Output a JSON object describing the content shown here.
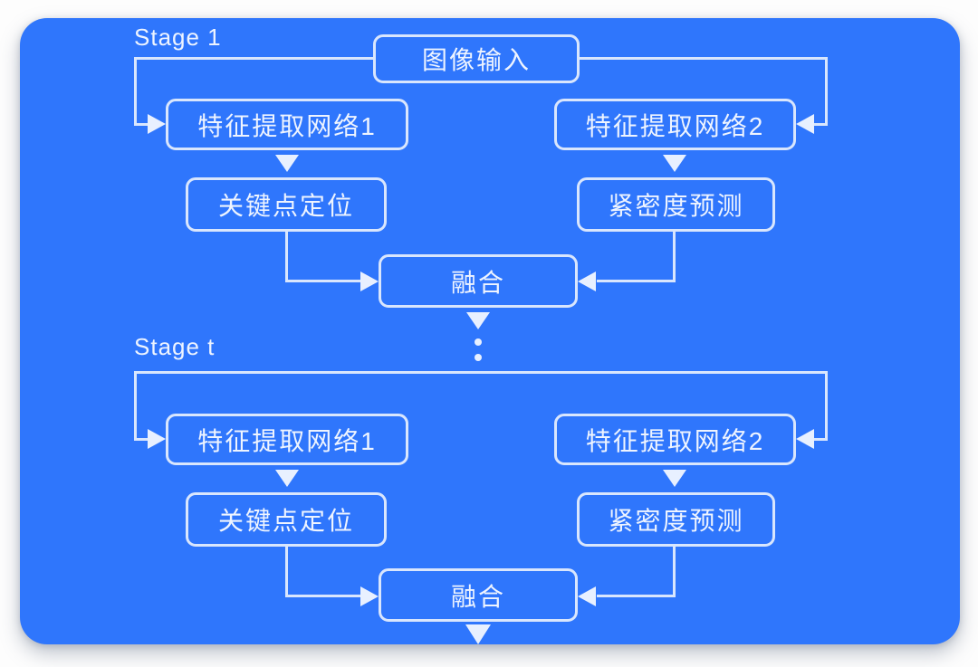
{
  "diagram": {
    "type": "flowchart",
    "colors": {
      "panel_background": "#2f76fc",
      "line": "#d9e6fd",
      "text": "#eef4ff",
      "page_background": "#fdfdfd"
    },
    "stages": [
      {
        "label": "Stage 1",
        "nodes": {
          "image_input": "图像输入",
          "feature_net_1": "特征提取网络1",
          "feature_net_2": "特征提取网络2",
          "keypoint_localization": "关键点定位",
          "compactness_prediction": "紧密度预测",
          "fusion": "融合"
        },
        "edges": [
          "image_input -> feature_net_1",
          "image_input -> feature_net_2",
          "feature_net_1 -> keypoint_localization",
          "feature_net_2 -> compactness_prediction",
          "keypoint_localization -> fusion",
          "compactness_prediction -> fusion",
          "fusion -> next_stage"
        ]
      },
      {
        "label": "Stage t",
        "nodes": {
          "feature_net_1": "特征提取网络1",
          "feature_net_2": "特征提取网络2",
          "keypoint_localization": "关键点定位",
          "compactness_prediction": "紧密度预测",
          "fusion": "融合"
        },
        "edges": [
          "previous_stage -> feature_net_1",
          "previous_stage -> feature_net_2",
          "feature_net_1 -> keypoint_localization",
          "feature_net_2 -> compactness_prediction",
          "keypoint_localization -> fusion",
          "compactness_prediction -> fusion",
          "fusion -> output"
        ]
      }
    ],
    "ellipsis_between_stages": "··"
  }
}
